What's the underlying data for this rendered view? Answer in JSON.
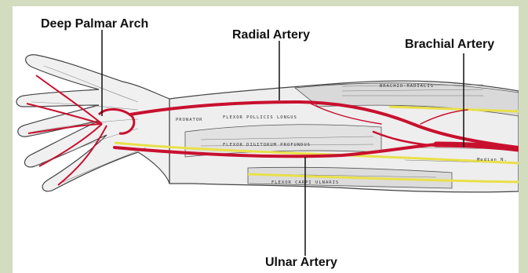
{
  "labels": {
    "deep_palmar_arch": "Deep Palmar Arch",
    "radial_artery": "Radial Artery",
    "brachial_artery": "Brachial Artery",
    "ulnar_artery": "Ulnar Artery"
  },
  "engraving_text": {
    "brachioradialis": "BRACHIO-RADIALIS",
    "pronator": "PRONATOR",
    "flexor_pollicis_longus": "FLEXOR POLLICIS LONGUS",
    "flexor_digitorum_profundus": "FLEXOR DIGITORUM PROFUNDUS",
    "flexor_carpi_ulnaris": "FLEXOR CARPI ULNARIS",
    "median_n": "Median N."
  },
  "colors": {
    "background": "#d4dcc0",
    "artery": "#c8102e",
    "nerve": "#e8e04a",
    "ink": "#333333"
  }
}
